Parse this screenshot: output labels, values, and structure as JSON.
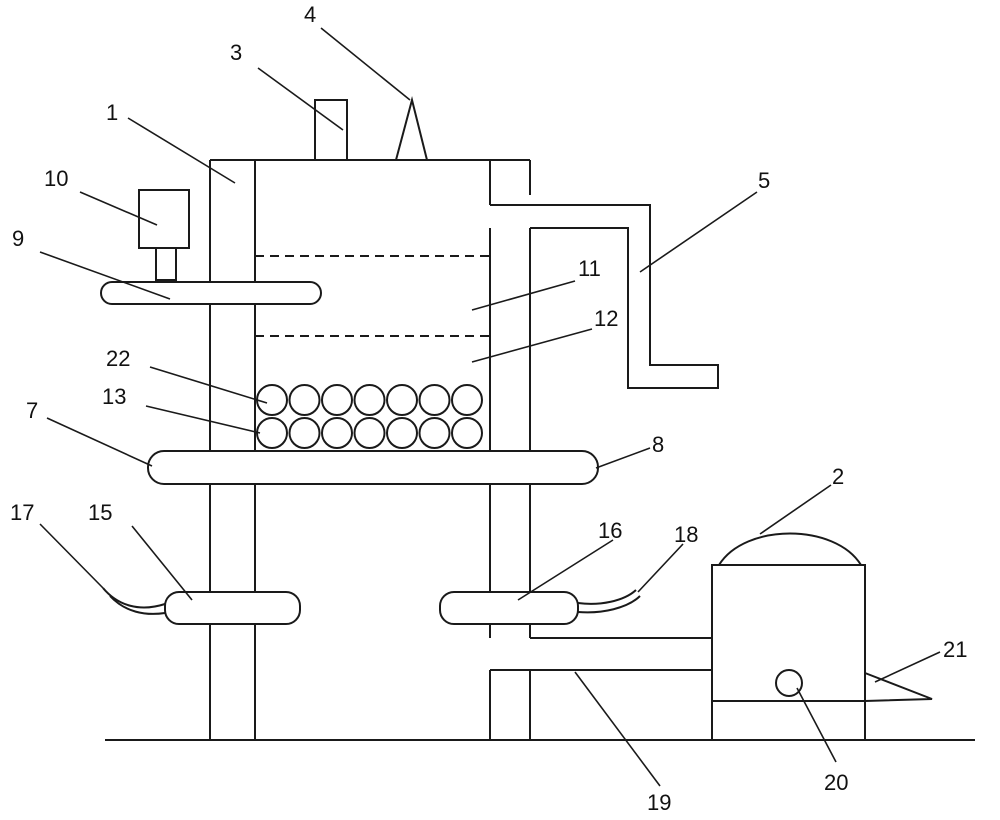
{
  "labels": {
    "l1": "1",
    "l2": "2",
    "l3": "3",
    "l4": "4",
    "l5": "5",
    "l7": "7",
    "l8": "8",
    "l9": "9",
    "l10": "10",
    "l11": "11",
    "l12": "12",
    "l13": "13",
    "l15": "15",
    "l16": "16",
    "l17": "17",
    "l18": "18",
    "l19": "19",
    "l20": "20",
    "l21": "21",
    "l22": "22"
  },
  "colors": {
    "line": "#1a1a1a",
    "background": "#ffffff"
  }
}
